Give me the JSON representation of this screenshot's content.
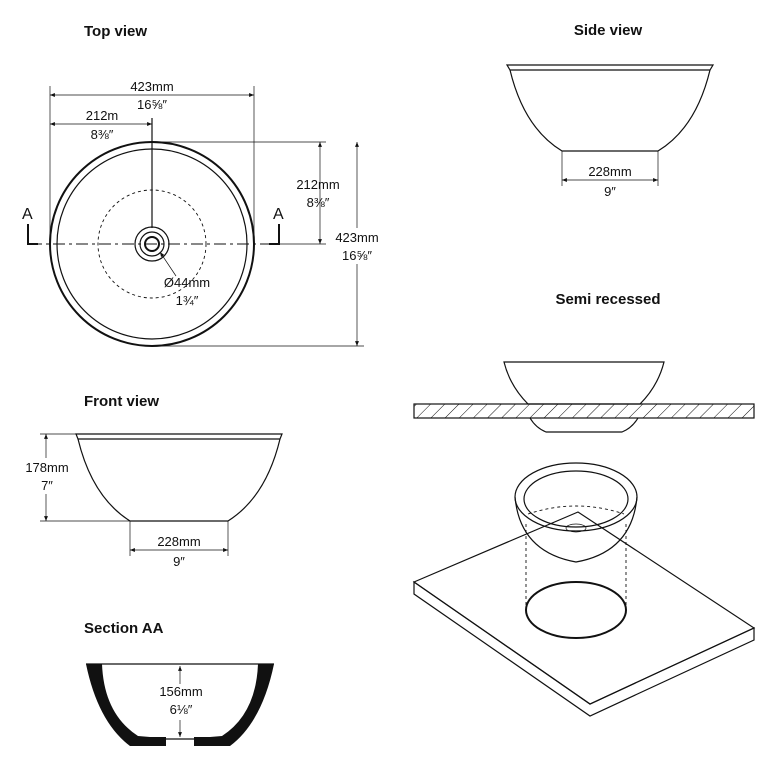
{
  "views": {
    "top": {
      "title": "Top view",
      "width_mm": "423mm",
      "width_in": "16⅝″",
      "half_mm": "212m",
      "half_in": "8⅜″",
      "side_half_mm": "212mm",
      "side_half_in": "8⅜″",
      "height_mm": "423mm",
      "height_in": "16⅝″",
      "drain_mm": "Ø44mm",
      "drain_in": "1¾″",
      "section_label": "A"
    },
    "side": {
      "title": "Side view",
      "base_mm": "228mm",
      "base_in": "9″"
    },
    "front": {
      "title": "Front view",
      "height_mm": "178mm",
      "height_in": "7″",
      "base_mm": "228mm",
      "base_in": "9″"
    },
    "section": {
      "title": "Section AA",
      "depth_mm": "156mm",
      "depth_in": "6⅛″"
    },
    "semi": {
      "title": "Semi recessed"
    }
  },
  "colors": {
    "line": "#111111",
    "background": "#ffffff"
  }
}
